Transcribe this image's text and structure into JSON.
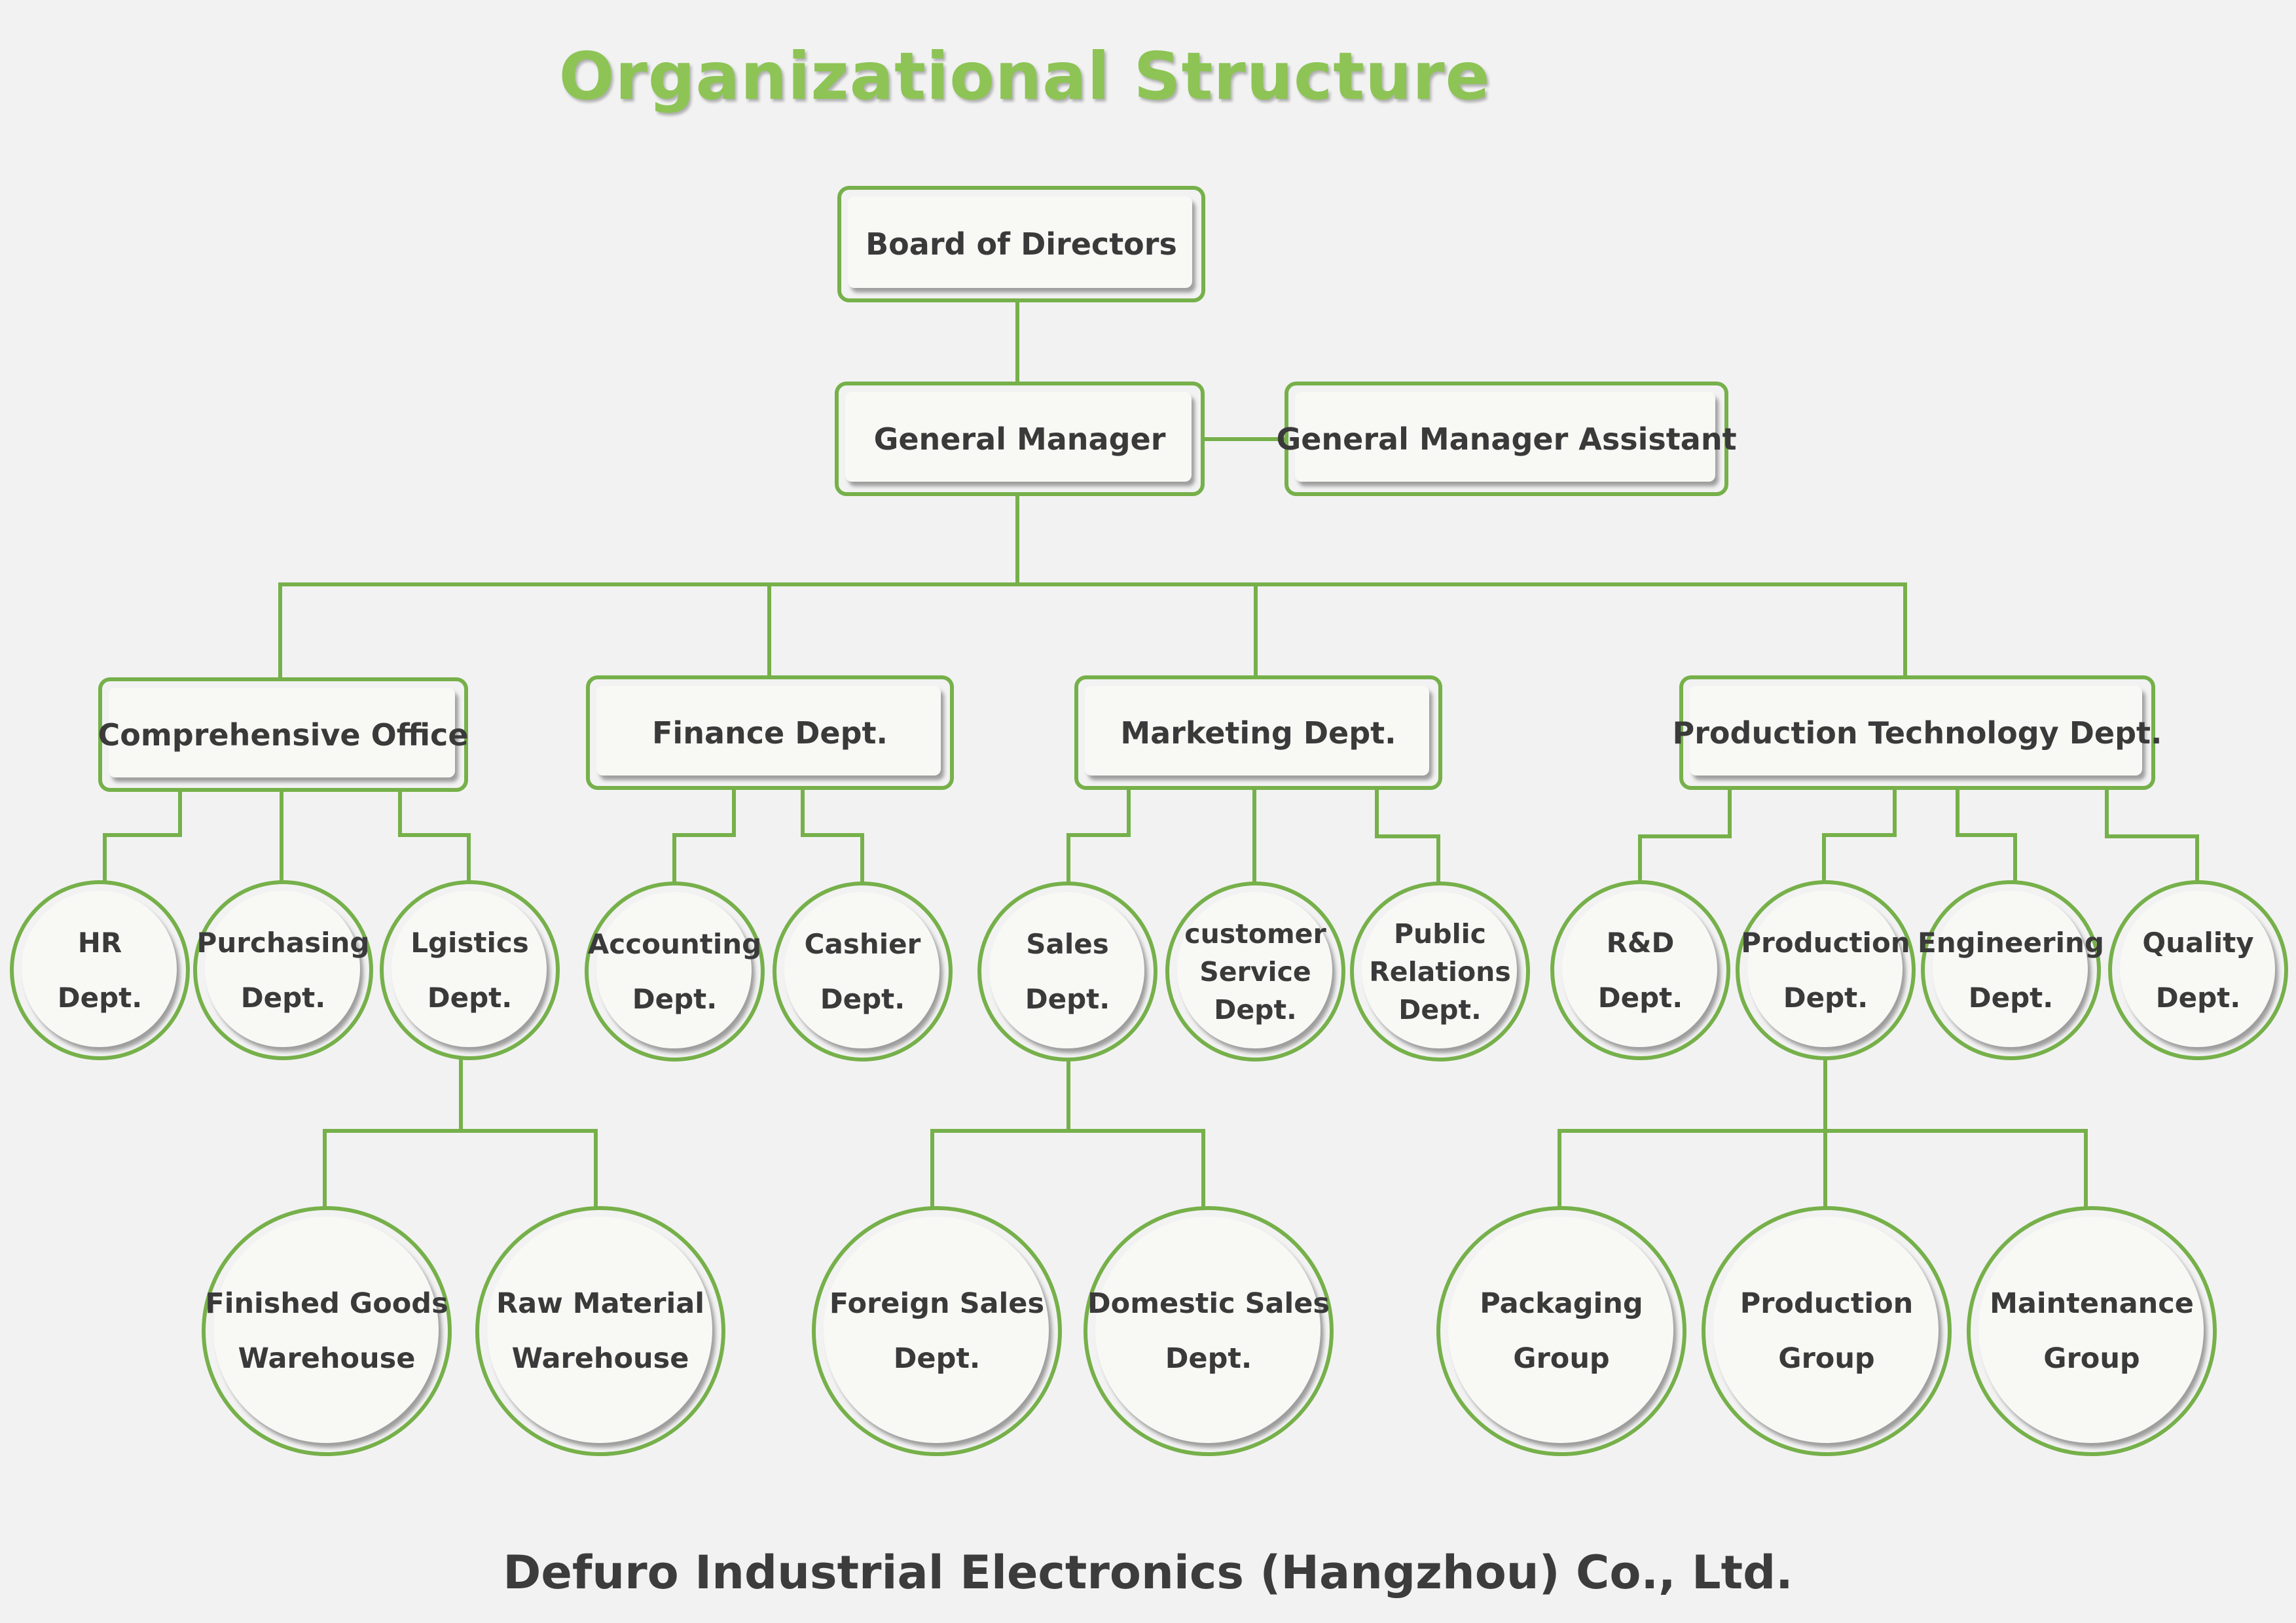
{
  "title": "Organizational Structure",
  "footer": "Defuro Industrial Electronics (Hangzhou) Co., Ltd.",
  "nodes": {
    "board": "Board of Directors",
    "gm": "General Manager",
    "gma": "General Manager Assistant",
    "comp_office": "Comprehensive Office",
    "finance": "Finance Dept.",
    "marketing": "Marketing Dept.",
    "prod_tech": "Production Technology Dept.",
    "hr": [
      "HR",
      "Dept."
    ],
    "purchasing": [
      "Purchasing",
      "Dept."
    ],
    "logistics": [
      "Lgistics",
      "Dept."
    ],
    "accounting": [
      "Accounting",
      "Dept."
    ],
    "cashier": [
      "Cashier",
      "Dept."
    ],
    "sales": [
      "Sales",
      "Dept."
    ],
    "customer_service": [
      "customer",
      "Service",
      "Dept."
    ],
    "public_relations": [
      "Public",
      "Relations",
      "Dept."
    ],
    "rnd": [
      "R&D",
      "Dept."
    ],
    "production": [
      "Production",
      "Dept."
    ],
    "engineering": [
      "Engineering",
      "Dept."
    ],
    "quality": [
      "Quality",
      "Dept."
    ],
    "finished_goods": [
      "Finished Goods",
      "Warehouse"
    ],
    "raw_material": [
      "Raw Material",
      "Warehouse"
    ],
    "foreign_sales": [
      "Foreign Sales",
      "Dept."
    ],
    "domestic_sales": [
      "Domestic Sales",
      "Dept."
    ],
    "packaging": [
      "Packaging",
      "Group"
    ],
    "production_group": [
      "Production",
      "Group"
    ],
    "maintenance": [
      "Maintenance",
      "Group"
    ]
  },
  "colors": {
    "background": "#f2f2f2",
    "border": "#76b04a",
    "title": "#8dc455",
    "text": "#3a3a3a",
    "fill": "#f8f8f5"
  }
}
